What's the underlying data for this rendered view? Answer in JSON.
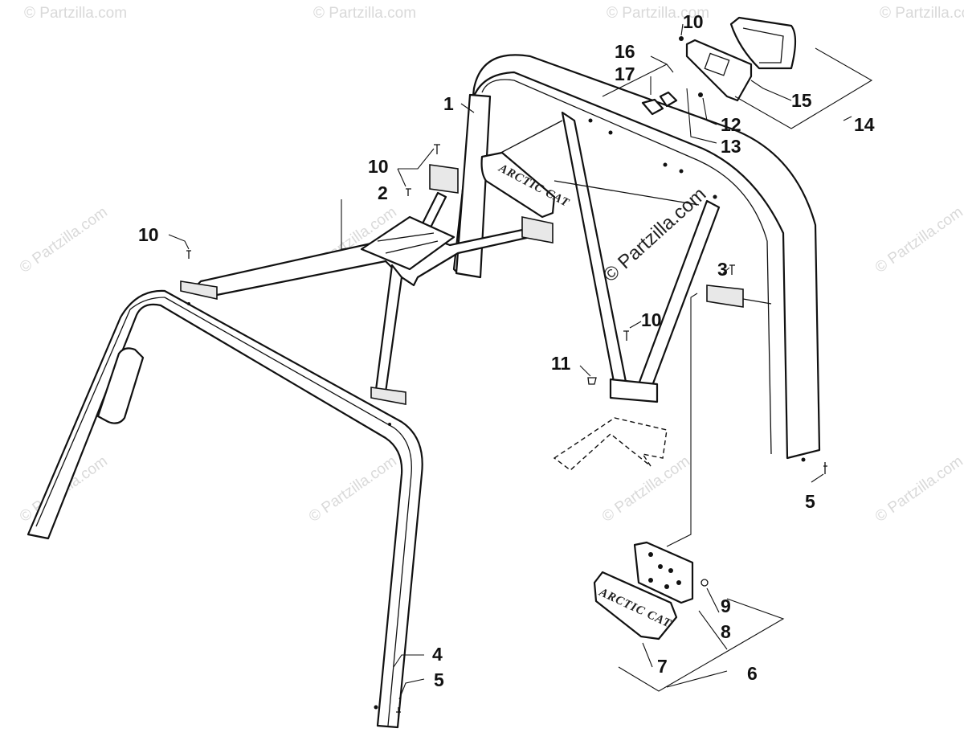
{
  "watermark": {
    "small": "© Partzilla.com",
    "center": "© Partzilla.com"
  },
  "brand_label": "ARCTIC CAT",
  "callouts": {
    "c1": "1",
    "c2": "2",
    "c3": "3",
    "c4": "4",
    "c5a": "5",
    "c5b": "5",
    "c6": "6",
    "c7": "7",
    "c8": "8",
    "c9": "9",
    "c10a": "10",
    "c10b": "10",
    "c10c": "10",
    "c10d": "10",
    "c11": "11",
    "c12": "12",
    "c13": "13",
    "c14": "14",
    "c15": "15",
    "c16": "16",
    "c17": "17"
  }
}
